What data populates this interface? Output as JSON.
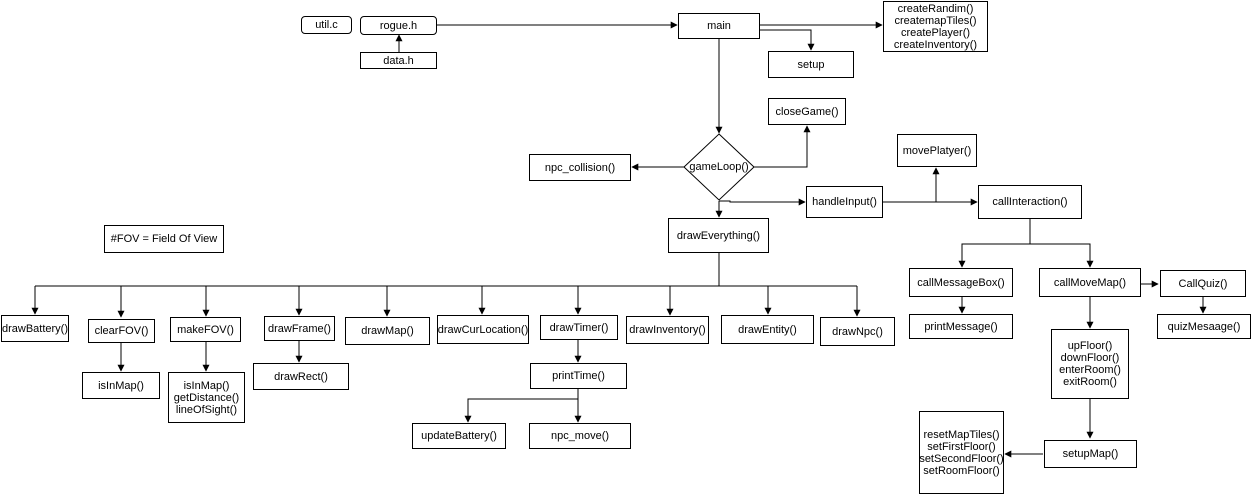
{
  "nodes": {
    "util_c": "util.c",
    "rogue_h": "rogue.h",
    "data_h": "data.h",
    "main": "main",
    "setup": "setup",
    "create_list": [
      "createRandim()",
      "createmapTiles()",
      "createPlayer()",
      "createInventory()"
    ],
    "close_game": "closeGame()",
    "game_loop": "gameLoop()",
    "npc_collision": "npc_collision()",
    "move_player": "movePlatyer()",
    "handle_input": "handleInput()",
    "call_interaction": "callInteraction()",
    "draw_everything": "drawEverything()",
    "fov_note": "#FOV = Field Of View",
    "call_message_box": "callMessageBox()",
    "call_move_map": "callMoveMap()",
    "call_quiz": "CallQuiz()",
    "print_message": "printMessage()",
    "quiz_message": "quizMesaage()",
    "floor_list": [
      "upFloor()",
      "downFloor()",
      "enterRoom()",
      "exitRoom()"
    ],
    "setup_map": "setupMap()",
    "reset_list": [
      "resetMapTiles()",
      "setFirstFloor()",
      "setSecondFloor()",
      "setRoomFloor()"
    ],
    "draw_battery": "drawBattery()",
    "clear_fov": "clearFOV()",
    "make_fov": "makeFOV()",
    "draw_frame": "drawFrame()",
    "draw_map": "drawMap()",
    "draw_cur_location": "drawCurLocation()",
    "draw_timer": "drawTimer()",
    "draw_inventory": "drawInventory()",
    "draw_entity": "drawEntity()",
    "draw_npc": "drawNpc()",
    "is_in_map": "isInMap()",
    "fov_list": [
      "isInMap()",
      "getDistance()",
      "lineOfSight()"
    ],
    "draw_rect": "drawRect()",
    "print_time": "printTime()",
    "update_battery": "updateBattery()",
    "npc_move": "npc_move()"
  }
}
